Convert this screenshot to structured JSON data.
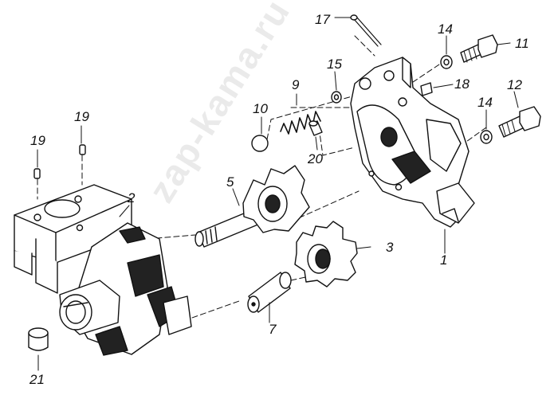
{
  "diagram": {
    "callouts": [
      {
        "id": "c1",
        "text": "1"
      },
      {
        "id": "c2",
        "text": "2"
      },
      {
        "id": "c3",
        "text": "3"
      },
      {
        "id": "c5",
        "text": "5"
      },
      {
        "id": "c7",
        "text": "7"
      },
      {
        "id": "c9",
        "text": "9"
      },
      {
        "id": "c10",
        "text": "10"
      },
      {
        "id": "c11",
        "text": "11"
      },
      {
        "id": "c12",
        "text": "12"
      },
      {
        "id": "c14a",
        "text": "14"
      },
      {
        "id": "c14b",
        "text": "14"
      },
      {
        "id": "c15",
        "text": "15"
      },
      {
        "id": "c17",
        "text": "17"
      },
      {
        "id": "c18",
        "text": "18"
      },
      {
        "id": "c19a",
        "text": "19"
      },
      {
        "id": "c19b",
        "text": "19"
      },
      {
        "id": "c20",
        "text": "20"
      },
      {
        "id": "c21",
        "text": "21"
      }
    ],
    "watermark": "zap-kama.ru",
    "colors": {
      "line": "#111111",
      "fill": "#ffffff",
      "shade": "#222222"
    }
  }
}
